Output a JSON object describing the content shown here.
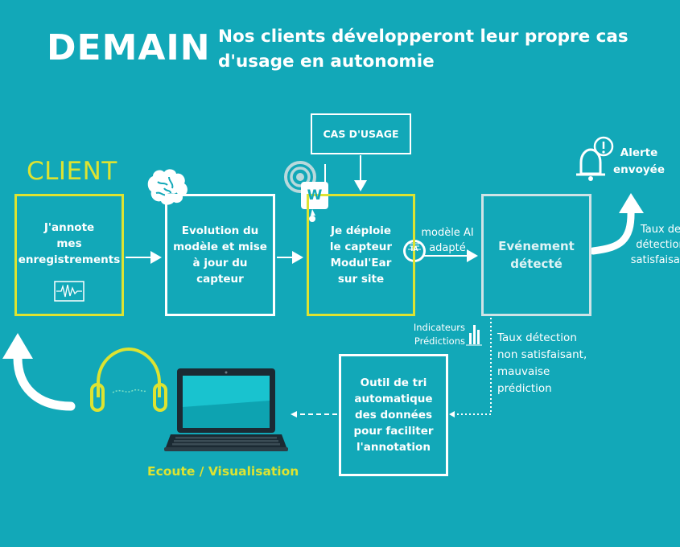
{
  "header": {
    "title": "DEMAIN",
    "subtitle": "Nos clients développeront leur propre cas d'usage en autonomie"
  },
  "client_label": "CLIENT",
  "boxes": {
    "annote": [
      "J'annote",
      "mes",
      "enregistrements"
    ],
    "evolution": [
      "Evolution du",
      "modèle et mise",
      "à jour du",
      "capteur"
    ],
    "deploy": [
      "Je déploie",
      "le capteur",
      "Modul'Ear",
      "sur site"
    ],
    "cas_usage": "CAS D'USAGE",
    "event": [
      "Evénement",
      "détecté"
    ],
    "outil": [
      "Outil de tri",
      "automatique",
      "des données",
      "pour faciliter",
      "l'annotation"
    ]
  },
  "labels": {
    "modele_ai": [
      "modèle AI",
      "adapté"
    ],
    "taux_ok": [
      "Taux de",
      "détection",
      "satisfaisant"
    ],
    "alerte": [
      "Alerte",
      "envoyée"
    ],
    "indicateurs": [
      "Indicateurs",
      "Prédictions"
    ],
    "taux_ko": [
      "Taux détection",
      "non satisfaisant,",
      "mauvaise",
      "prédiction"
    ],
    "ecoute": "Ecoute / Visualisation",
    "sensor_letter": "W",
    "ia_letters": "IA"
  },
  "icons": [
    "brain-icon",
    "wifi-signal-icon",
    "sensor-icon",
    "waveform-icon",
    "ai-chip-icon",
    "bar-chart-icon",
    "bell-alert-icon",
    "headphones-icon",
    "laptop-icon"
  ],
  "colors": {
    "background": "#12a8b8",
    "accent_yellow": "#dde331",
    "white": "#ffffff"
  }
}
